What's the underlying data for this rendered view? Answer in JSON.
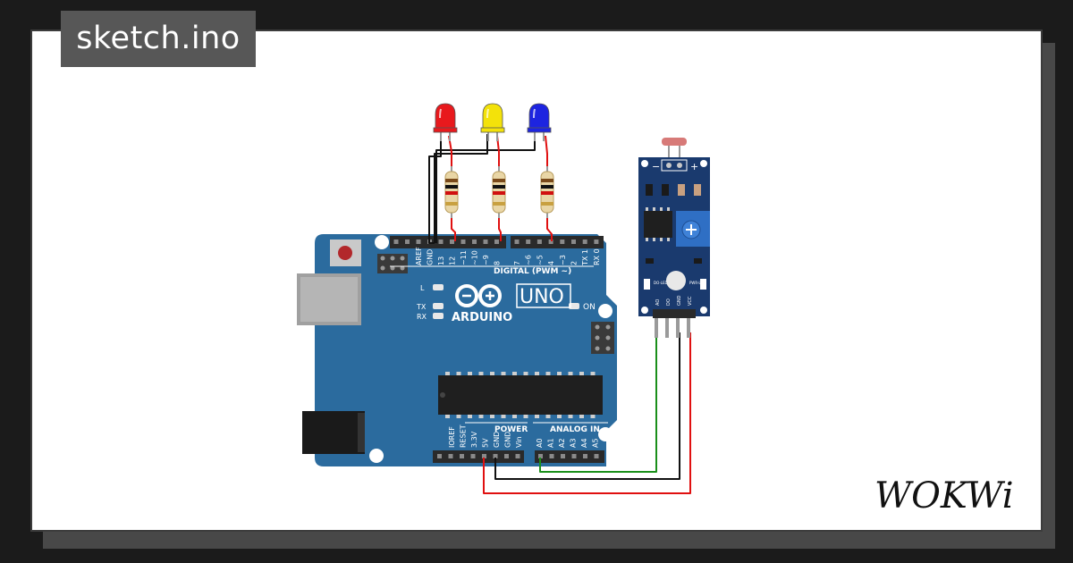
{
  "tab": {
    "filename": "sketch.ino"
  },
  "brand": {
    "name": "WOKWi"
  },
  "board": {
    "logo_word": "ARDUINO",
    "model": "UNO",
    "digital_header_label": "DIGITAL (PWM ~)",
    "power_label": "POWER",
    "analog_label": "ANALOG IN",
    "on_label": "ON",
    "led_l_label": "L",
    "led_tx_label": "TX",
    "led_rx_label": "RX",
    "digital_pins": [
      "AREF",
      "GND",
      "13",
      "12",
      "~11",
      "~10",
      "~9",
      "8",
      "7",
      "~6",
      "~5",
      "4",
      "~3",
      "2",
      "TX 1",
      "RX 0"
    ],
    "power_pins": [
      "IOREF",
      "RESET",
      "3.3V",
      "5V",
      "GND",
      "GND",
      "Vin"
    ],
    "analog_pins": [
      "A0",
      "A1",
      "A2",
      "A3",
      "A4",
      "A5"
    ]
  },
  "components": {
    "leds": [
      {
        "name": "red-led",
        "color": "#e8191d"
      },
      {
        "name": "yellow-led",
        "color": "#f3e20a"
      },
      {
        "name": "blue-led",
        "color": "#1d24e0"
      }
    ],
    "resistor_count": 3
  },
  "sensor": {
    "minus_label": "−",
    "plus_label": "+",
    "pin_labels": [
      "AO",
      "DO",
      "GND",
      "VCC"
    ],
    "led_labels": [
      "DO-LED",
      "PWR-LED"
    ]
  },
  "wires": {
    "signal": "#1a8f1a",
    "ground": "#111111",
    "power": "#e01010"
  }
}
